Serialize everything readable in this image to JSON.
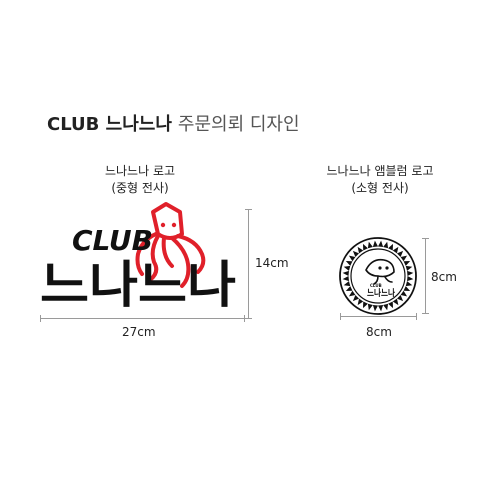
{
  "title": {
    "bold": "CLUB 느나느나",
    "light": "주문의뢰 디자인"
  },
  "left_section": {
    "label_line1": "느나느나 로고",
    "label_line2": "(중형 전사)",
    "logo_top_text": "CLUB",
    "logo_main_text": "느나느나",
    "height_label": "14cm",
    "width_label": "27cm"
  },
  "right_section": {
    "label_line1": "느나느나 앰블럼 로고",
    "label_line2": "(소형 전사)",
    "emblem_small_text": "CLUB",
    "emblem_main_text": "느나느나",
    "height_label": "8cm",
    "width_label": "8cm"
  },
  "colors": {
    "ink": "#111111",
    "accent_red": "#e0202a",
    "dimension": "#9a9a9a"
  }
}
